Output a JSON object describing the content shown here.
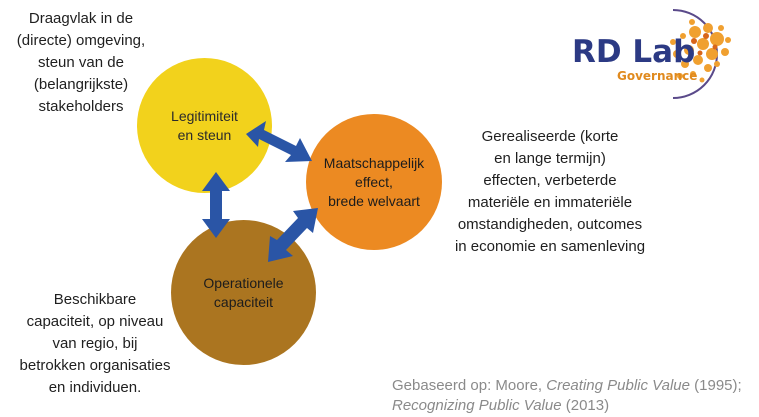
{
  "logo": {
    "title": "RD Lab",
    "subtitle": "Governance",
    "colors": {
      "title": "#2c3a84",
      "subtitle": "#e08a1e",
      "dots": "#f0a030",
      "ring": "#5a4a8a"
    }
  },
  "nodes": {
    "legitimacy": {
      "label": "Legitimiteit\nen steun",
      "color": "#f2d21c"
    },
    "effect": {
      "label": "Maatschappelijk\neffect,\nbrede welvaart",
      "color": "#ec8a22"
    },
    "operational": {
      "label": "Operationele\ncapaciteit",
      "color": "#ab7520"
    }
  },
  "notes": {
    "legitimacy": "Draagvlak in de\n(directe) omgeving,\nsteun van de\n(belangrijkste)\nstakeholders",
    "effect": "Gerealiseerde (korte\nen lange termijn)\neffecten, verbeterde\nmateriële en immateriële\nomstandigheden, outcomes\nin economie en samenleving",
    "operational": "Beschikbare\ncapaciteit, op niveau\nvan regio, bij\nbetrokken organisaties\nen individuen."
  },
  "arrow_color": "#2a55a6",
  "citation": {
    "prefix": "Gebaseerd op: Moore, ",
    "book1": "Creating Public Value",
    "mid": " (1995);",
    "book2": "Recognizing Public Value",
    "suffix": " (2013)"
  }
}
